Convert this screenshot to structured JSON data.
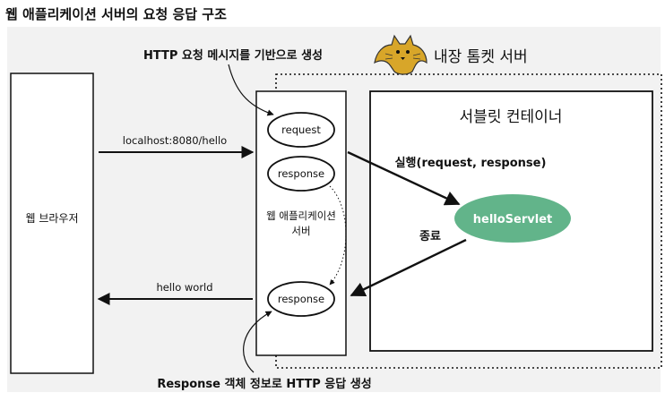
{
  "title": "웹 애플리케이션 서버의 요청 응답 구조",
  "annotations": {
    "top": "HTTP 요청 메시지를 기반으로 생성",
    "bottom": "Response 객체 정보로 HTTP 응답 생성"
  },
  "tomcat": {
    "label": "내장 톰켓 서버",
    "icon": "tomcat-icon"
  },
  "browser": {
    "label": "웹 브라우저"
  },
  "was": {
    "label_line1": "웹 애플리케이션",
    "label_line2": "서버",
    "request": "request",
    "response_top": "response",
    "response_bottom": "response"
  },
  "container": {
    "label": "서블릿 컨테이너",
    "servlet": "helloServlet",
    "servlet_color": "#62b48a"
  },
  "arrows": {
    "request_url": "localhost:8080/hello",
    "execute": "실행(request, response)",
    "finish": "종료",
    "reply": "hello world"
  }
}
